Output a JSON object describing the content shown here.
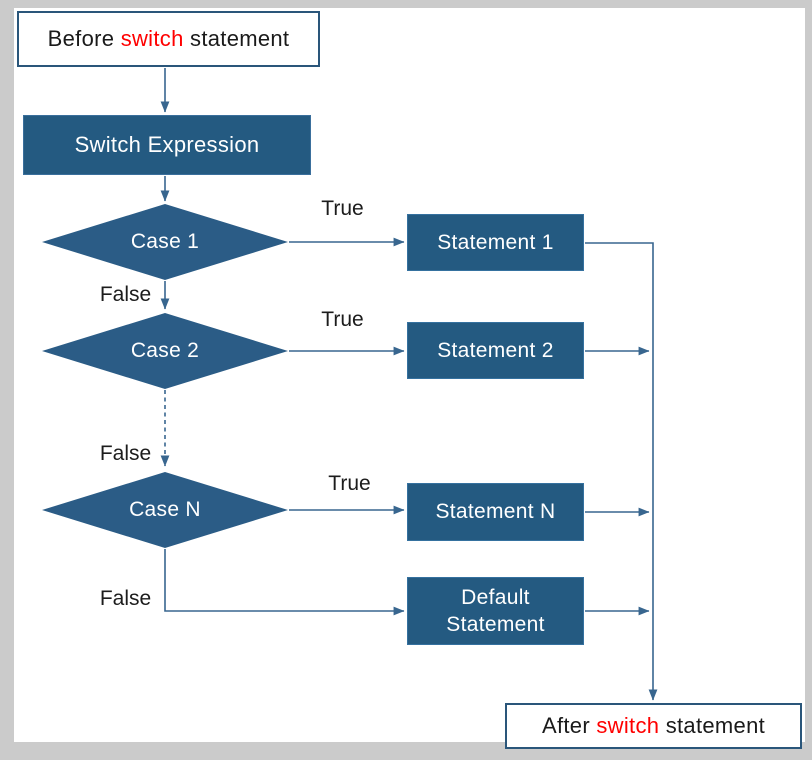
{
  "colors": {
    "backdrop_gray": "#cbcbcb",
    "canvas_white": "#ffffff",
    "process_fill": "#245a81",
    "diamond_fill": "#2b5c86",
    "node_text": "#ffffff",
    "terminal_border": "#2a567a",
    "connector": "#38668f",
    "label_text": "#1c1c1c",
    "keyword_red": "#ff0000"
  },
  "nodes": {
    "before": {
      "prefix": "Before ",
      "keyword": "switch",
      "suffix": " statement"
    },
    "switch_expression": {
      "label": "Switch Expression"
    },
    "case1": {
      "label": "Case 1"
    },
    "case2": {
      "label": "Case 2"
    },
    "caseN": {
      "label": "Case N"
    },
    "statement1": {
      "label": "Statement 1"
    },
    "statement2": {
      "label": "Statement 2"
    },
    "statementN": {
      "label": "Statement N"
    },
    "default": {
      "line1": "Default",
      "line2": "Statement"
    },
    "after": {
      "prefix": "After ",
      "keyword": "switch",
      "suffix": " statement"
    }
  },
  "edge_labels": {
    "true1": "True",
    "true2": "True",
    "trueN": "True",
    "false1": "False",
    "false2": "False",
    "falseN": "False"
  },
  "edges": [
    {
      "from": "before",
      "to": "switch_expression",
      "style": "solid-arrow"
    },
    {
      "from": "switch_expression",
      "to": "case1",
      "style": "solid-arrow"
    },
    {
      "from": "case1",
      "to": "statement1",
      "label": "True",
      "style": "solid-arrow"
    },
    {
      "from": "case1",
      "to": "case2",
      "label": "False",
      "style": "solid-arrow"
    },
    {
      "from": "case2",
      "to": "statement2",
      "label": "True",
      "style": "solid-arrow"
    },
    {
      "from": "case2",
      "to": "caseN",
      "label": "False",
      "style": "dashed-arrow"
    },
    {
      "from": "caseN",
      "to": "statementN",
      "label": "True",
      "style": "solid-arrow"
    },
    {
      "from": "caseN",
      "to": "default",
      "label": "False",
      "style": "solid-arrow"
    },
    {
      "from": "statement1",
      "to": "merge-line",
      "style": "elbow"
    },
    {
      "from": "statement2",
      "to": "merge-line",
      "style": "solid-arrow"
    },
    {
      "from": "statementN",
      "to": "merge-line",
      "style": "solid-arrow"
    },
    {
      "from": "default",
      "to": "merge-line",
      "style": "solid-arrow"
    },
    {
      "from": "merge-line",
      "to": "after",
      "style": "solid-arrow"
    }
  ]
}
